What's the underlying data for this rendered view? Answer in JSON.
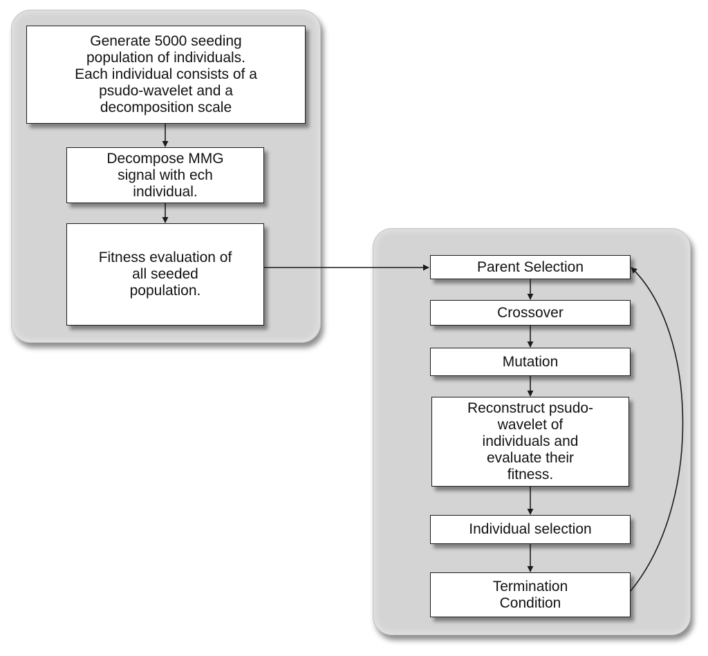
{
  "diagram": {
    "seeding_panel": {
      "generate_step": "Generate 5000 seeding\npopulation of individuals.\nEach individual consists of a\npsudo-wavelet and a\ndecomposition scale",
      "decompose_step": "Decompose MMG\nsignal with ech\nindividual.",
      "fitness_step": "Fitness evaluation of\nall seeded\npopulation."
    },
    "ga_loop_panel": {
      "parent_selection": "Parent Selection",
      "crossover": "Crossover",
      "mutation": "Mutation",
      "reconstruct_step": "Reconstruct psudo-\nwavelet of\nindividuals and\nevaluate their\nfitness.",
      "individual_selection": "Individual selection",
      "termination": "Termination\nCondition"
    }
  },
  "colors": {
    "panel_fill": "#d4d4d4",
    "box_fill": "#ffffff",
    "line": "#1a1a1a"
  }
}
